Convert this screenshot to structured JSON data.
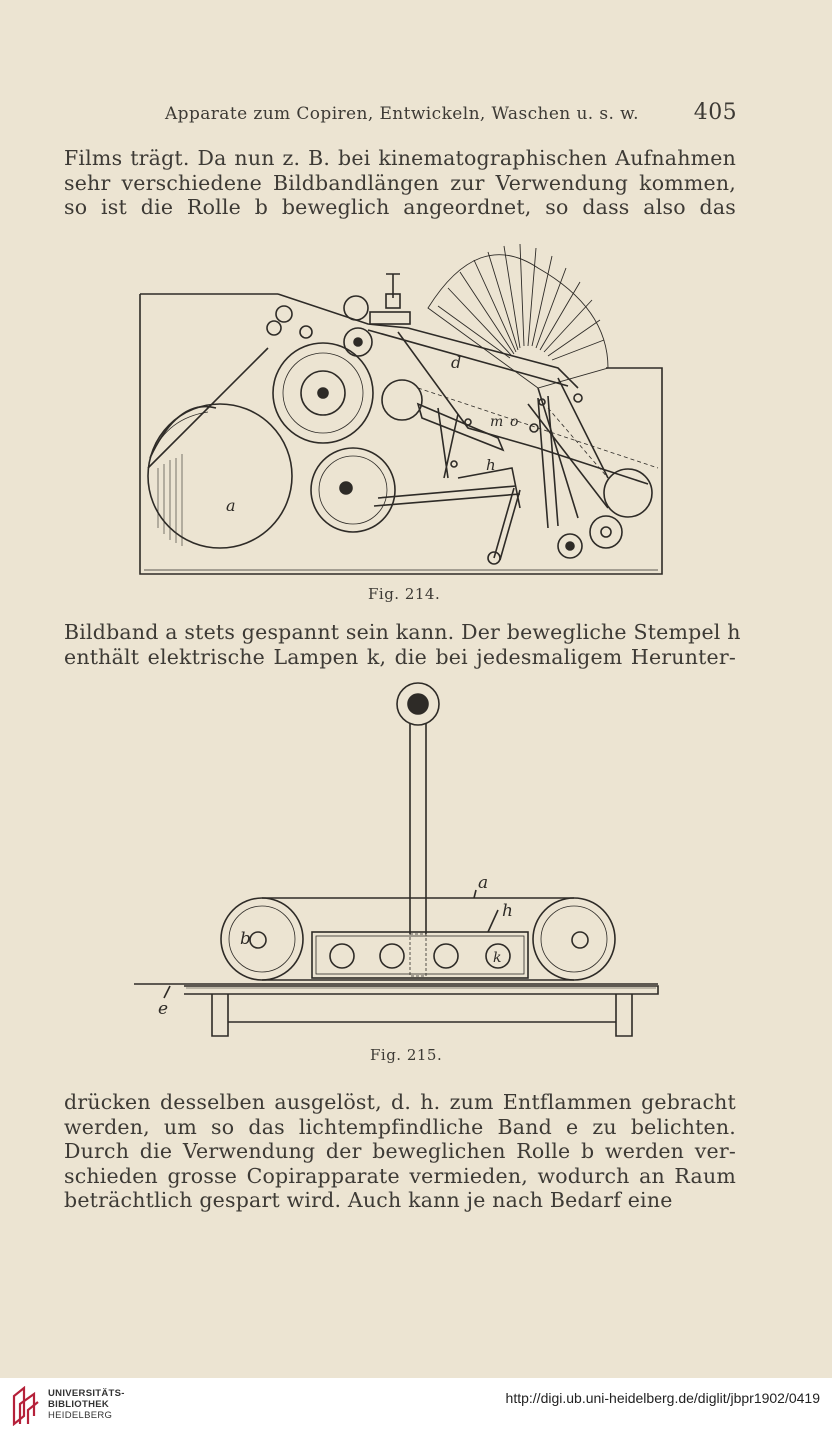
{
  "header": {
    "running_title": "Apparate zum Copiren, Entwickeln, Waschen u. s. w.",
    "page_number": "405"
  },
  "paragraphs": {
    "p1": [
      "Films trägt. Da nun z. B. bei kinematographischen Aufnahmen",
      "sehr verschiedene Bildbandlängen zur Verwendung kommen,",
      "so ist die Rolle b beweglich angeordnet, so dass also das"
    ],
    "p2": [
      "Bildband a stets gespannt sein kann. Der bewegliche Stempel h",
      "enthält elektrische Lampen k, die bei jedesmaligem Herunter-"
    ],
    "p3": [
      "drücken desselben ausgelöst, d. h. zum Entflammen gebracht",
      "werden, um so das lichtempfindliche Band e zu belichten.",
      "Durch die Verwendung der beweglichen Rolle b werden ver-",
      "schieden grosse Copirapparate vermieden, wodurch an Raum",
      "beträchtlich gespart wird. Auch kann je nach Bedarf eine"
    ]
  },
  "figures": {
    "fig214": {
      "caption": "Fig. 214.",
      "labels": {
        "a": "a",
        "d": "d",
        "m": "m",
        "o": "o",
        "h": "h"
      }
    },
    "fig215": {
      "caption": "Fig. 215.",
      "labels": {
        "a": "a",
        "h": "h",
        "b": "b",
        "k": "k",
        "e": "e"
      }
    }
  },
  "footer": {
    "logo_line1": "UNIVERSITÄTS-",
    "logo_line2": "BIBLIOTHEK",
    "logo_line3": "HEIDELBERG",
    "url": "http://digi.ub.uni-heidelberg.de/diglit/jbpr1902/0419"
  }
}
